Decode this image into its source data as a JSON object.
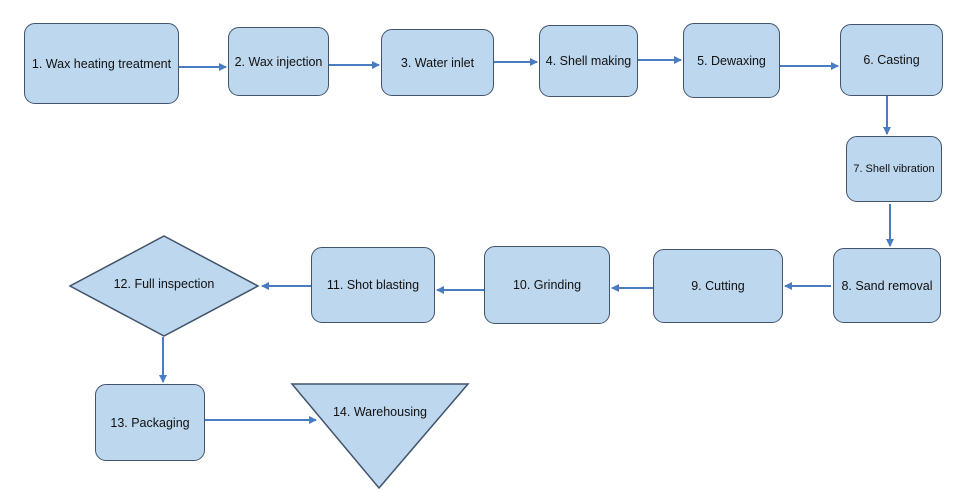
{
  "steps": {
    "s1": "1. Wax heating treatment",
    "s2": "2. Wax injection",
    "s3": "3. Water inlet",
    "s4": "4. Shell making",
    "s5": "5. Dewaxing",
    "s6": "6. Casting",
    "s7": "7. Shell vibration",
    "s8": "8. Sand removal",
    "s9": "9. Cutting",
    "s10": "10. Grinding",
    "s11": "11. Shot blasting",
    "s12": "12. Full inspection",
    "s13": "13. Packaging",
    "s14": "14. Warehousing"
  },
  "colors": {
    "fill": "#bdd7ee",
    "border": "#41546b",
    "arrow": "#4a7cc2"
  }
}
